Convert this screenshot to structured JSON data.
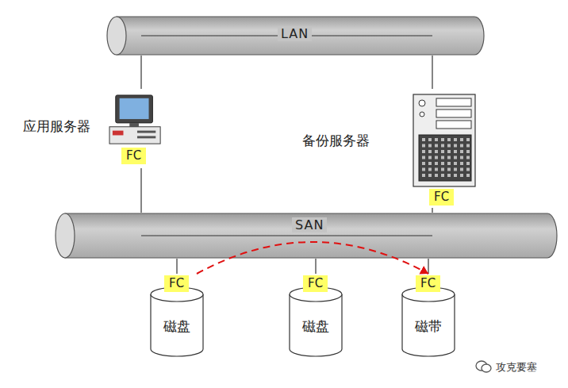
{
  "diagram": {
    "nodes": [
      {
        "text": [
          "LAN"
        ]
      },
      {
        "text": [
          "应用服务器",
          "FC"
        ]
      },
      {
        "text": [
          "备份服务器",
          "FC"
        ]
      },
      {
        "text": [
          "SAN"
        ]
      },
      {
        "text": [
          "FC",
          "磁盘"
        ]
      },
      {
        "text": [
          "FC",
          "磁盘"
        ]
      },
      {
        "text": [
          "FC",
          "磁带"
        ]
      }
    ],
    "edges": [
      {
        "from": 1,
        "to": 0,
        "arrow": "none"
      },
      {
        "from": 2,
        "to": 0,
        "arrow": "none"
      },
      {
        "from": 1,
        "to": 3,
        "arrow": "none"
      },
      {
        "from": 2,
        "to": 3,
        "arrow": "none"
      },
      {
        "from": 3,
        "to": 4,
        "arrow": "none"
      },
      {
        "from": 3,
        "to": 5,
        "arrow": "none"
      },
      {
        "from": 3,
        "to": 6,
        "arrow": "none"
      },
      {
        "from": 4,
        "to": 6,
        "arrow": "to"
      }
    ],
    "labels": [
      "攻克要塞"
    ]
  }
}
